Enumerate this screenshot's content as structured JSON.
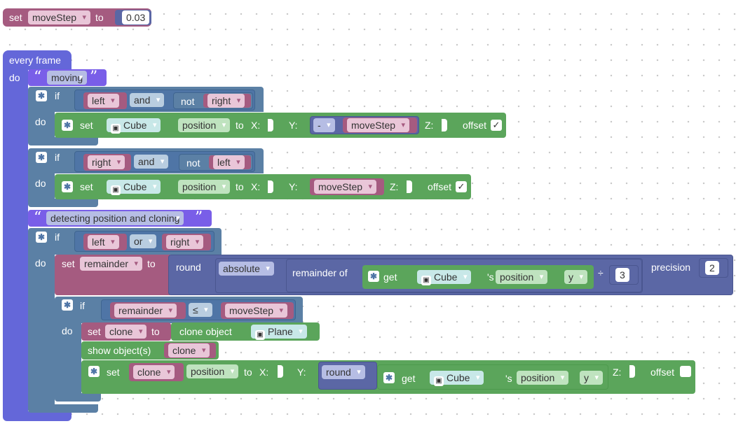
{
  "blocks": {
    "set_movestep": {
      "set": "set",
      "var": "moveStep",
      "to": "to",
      "value": "0.03"
    },
    "every_frame": {
      "label": "every frame",
      "do": "do"
    },
    "comment_moving": "moving",
    "comment_detect": "detecting position and cloning",
    "if1": {
      "if": "if",
      "do": "do",
      "left": "left",
      "op": "and",
      "not": "not",
      "right": "right"
    },
    "set1": {
      "set": "set",
      "obj": "Cube",
      "prop": "position",
      "to": "to",
      "x": "X:",
      "y": "Y:",
      "neg": "-",
      "var": "moveStep",
      "z": "Z:",
      "offset": "offset"
    },
    "if2": {
      "if": "if",
      "do": "do",
      "left": "right",
      "op": "and",
      "not": "not",
      "right": "left"
    },
    "set2": {
      "set": "set",
      "obj": "Cube",
      "prop": "position",
      "to": "to",
      "x": "X:",
      "y": "Y:",
      "var": "moveStep",
      "z": "Z:",
      "offset": "offset"
    },
    "if3": {
      "if": "if",
      "do": "do",
      "left": "left",
      "op": "or",
      "right": "right"
    },
    "set_remainder": {
      "set": "set",
      "var": "remainder",
      "to": "to",
      "round": "round",
      "absolute": "absolute",
      "remainder_of": "remainder of",
      "get": "get",
      "obj": "Cube",
      "s": "'s",
      "prop": "position",
      "axis": "y",
      "div": "÷",
      "divisor": "3",
      "precision": "precision",
      "precision_value": "2"
    },
    "if4": {
      "if": "if",
      "do": "do",
      "var": "remainder",
      "op": "≤",
      "var2": "moveStep"
    },
    "set_clone": {
      "set": "set",
      "var": "clone",
      "to": "to",
      "clone_object": "clone object",
      "obj": "Plane"
    },
    "show": {
      "label": "show object(s)",
      "var": "clone"
    },
    "set3": {
      "set": "set",
      "var": "clone",
      "prop": "position",
      "to": "to",
      "x": "X:",
      "y": "Y:",
      "round": "round",
      "get": "get",
      "obj": "Cube",
      "s": "'s",
      "prop2": "position",
      "axis": "y",
      "z": "Z:",
      "offset": "offset"
    }
  },
  "colors": {
    "variables": "#a55b80",
    "logic": "#5b80a5",
    "objects": "#5ba55b",
    "math": "#5b67a5",
    "events": "#6467d9",
    "comment": "#795ee8"
  }
}
